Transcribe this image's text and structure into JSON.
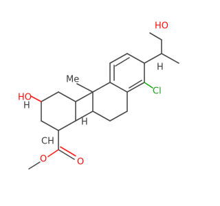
{
  "molecule": {
    "atoms": {
      "oh_top": "HO",
      "oh_left": "HO",
      "chlorine": "Cl",
      "methyl_label": "Me",
      "ester_carbonyl_o": "O",
      "ester_ether_o": "O",
      "h_ring_a": "H",
      "h_ring_b": "H",
      "h_chain": "H",
      "methyl_text": "CH"
    }
  }
}
